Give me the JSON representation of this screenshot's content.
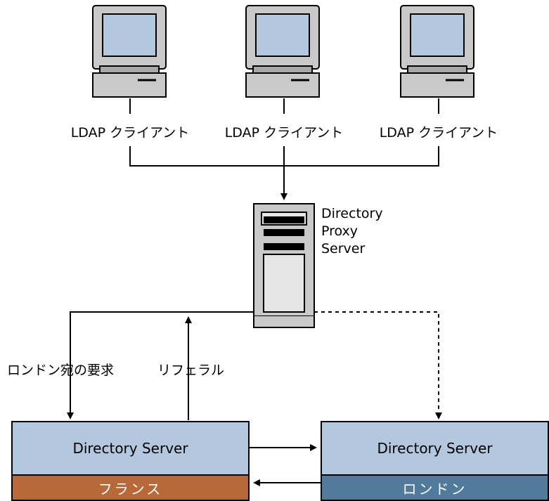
{
  "clients": [
    {
      "label": "LDAP クライアント"
    },
    {
      "label": "LDAP クライアント"
    },
    {
      "label": "LDAP クライアント"
    }
  ],
  "proxy": {
    "line1": "Directory",
    "line2": "Proxy",
    "line3": "Server"
  },
  "edges": {
    "request_label": "ロンドン宛の要求",
    "referral_label": "リフェラル"
  },
  "servers": [
    {
      "title": "Directory Server",
      "site": "フランス",
      "site_color": "#b8693a"
    },
    {
      "title": "Directory Server",
      "site": "ロンドン",
      "site_color": "#527a9a"
    }
  ],
  "colors": {
    "screen": "#b3c7de",
    "computer_body": "#c9c9c9"
  }
}
